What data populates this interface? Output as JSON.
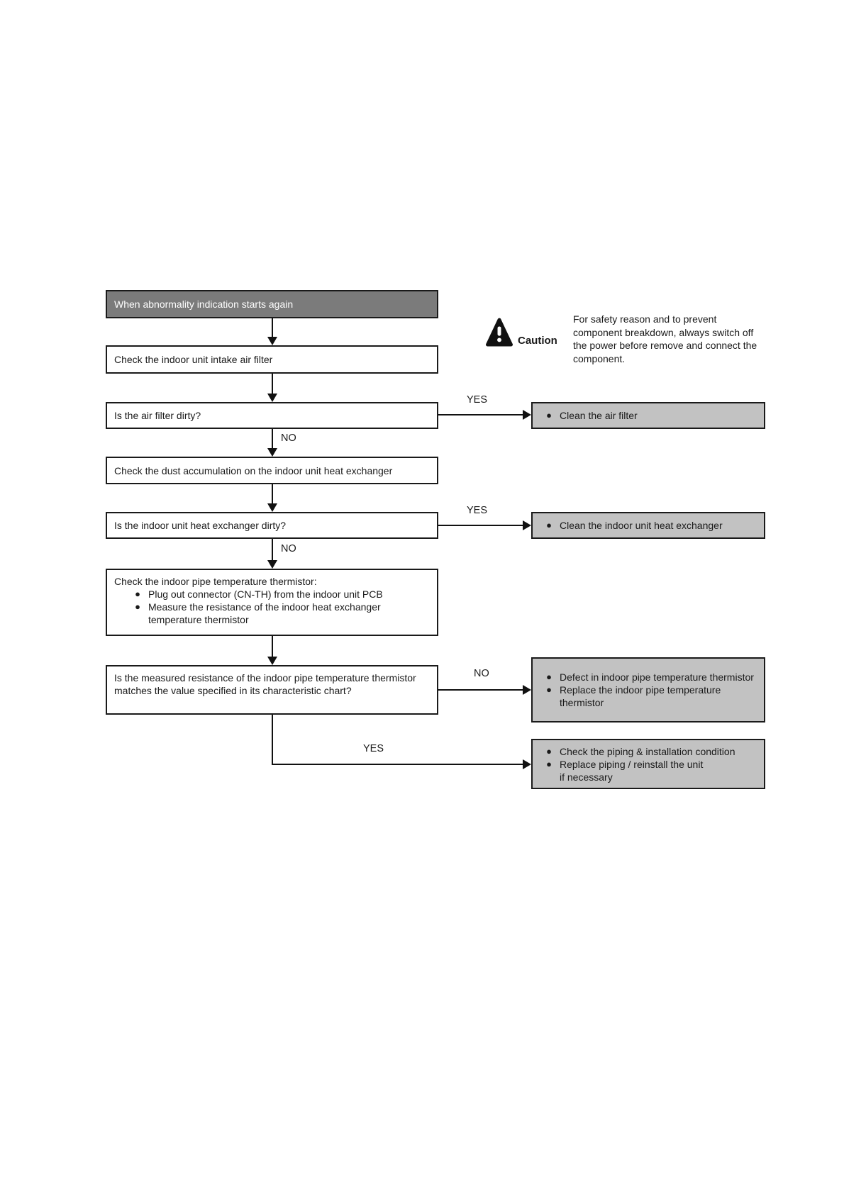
{
  "labels": {
    "yes": "YES",
    "no": "NO"
  },
  "flow": {
    "start": "When abnormality indication starts again",
    "left": [
      {
        "id": "check-air-filter",
        "text": "Check the indoor unit intake air filter"
      },
      {
        "id": "q-air-filter-dirty",
        "text": "Is the air filter dirty?"
      },
      {
        "id": "check-dust-accumulation",
        "text": "Check the dust accumulation on the indoor unit heat exchanger"
      },
      {
        "id": "q-heat-exchanger-dirty",
        "text": "Is the indoor unit heat exchanger dirty?"
      },
      {
        "id": "check-thermistor",
        "title": "Check the indoor pipe temperature thermistor:",
        "bullets": [
          "Plug out connector (CN-TH) from the indoor unit PCB",
          "Measure the resistance of the indoor heat exchanger temperature thermistor"
        ]
      },
      {
        "id": "q-resistance-match",
        "text": "Is the measured resistance of the indoor pipe temperature thermistor matches the value specified in its characteristic chart?"
      }
    ],
    "right": [
      {
        "id": "clean-air-filter",
        "bullets": [
          "Clean the air filter"
        ]
      },
      {
        "id": "clean-heat-exchanger",
        "bullets": [
          "Clean the indoor unit heat exchanger"
        ]
      },
      {
        "id": "defect-thermistor",
        "bullets": [
          "Defect in indoor pipe temperature thermistor",
          "Replace the indoor pipe temperature thermistor"
        ]
      },
      {
        "id": "check-piping",
        "bullets": [
          "Check the piping & installation condition",
          "Replace piping / reinstall the unit\nif necessary"
        ]
      }
    ],
    "bullet_char": "●"
  },
  "caution": {
    "label": "Caution",
    "icon": "warning-triangle-icon",
    "text": "For safety reason and to prevent component breakdown, always switch off the power before remove and connect the component."
  },
  "colors": {
    "start_box_bg": "#7b7b7b",
    "result_box_bg": "#c2c2c2",
    "box_border": "#1a1a1a",
    "arrow": "#111111",
    "page_bg": "#ffffff"
  }
}
